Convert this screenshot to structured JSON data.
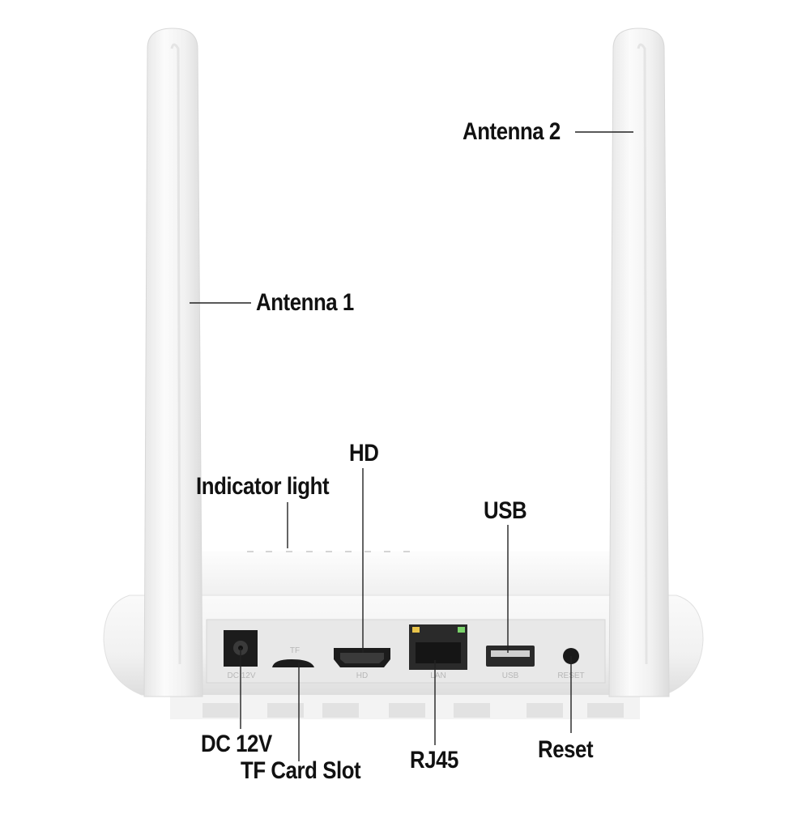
{
  "callouts": {
    "antenna_1": "Antenna 1",
    "antenna_2": "Antenna 2",
    "indicator_light": "Indicator light",
    "hd": "HD",
    "usb": "USB",
    "dc_12v": "DC 12V",
    "tf_card_slot": "TF Card Slot",
    "rj45": "RJ45",
    "reset": "Reset"
  },
  "port_labels": {
    "dc": "DC 12V",
    "tf": "TF",
    "hd": "HD",
    "lan": "LAN",
    "usb": "USB",
    "reset": "RESET"
  },
  "colors": {
    "device_body": "#f4f4f4",
    "port_panel": "#e6e6e6",
    "callout_text": "#111111",
    "lan_led_left": "#e8c34a",
    "lan_led_right": "#7bd36b"
  }
}
